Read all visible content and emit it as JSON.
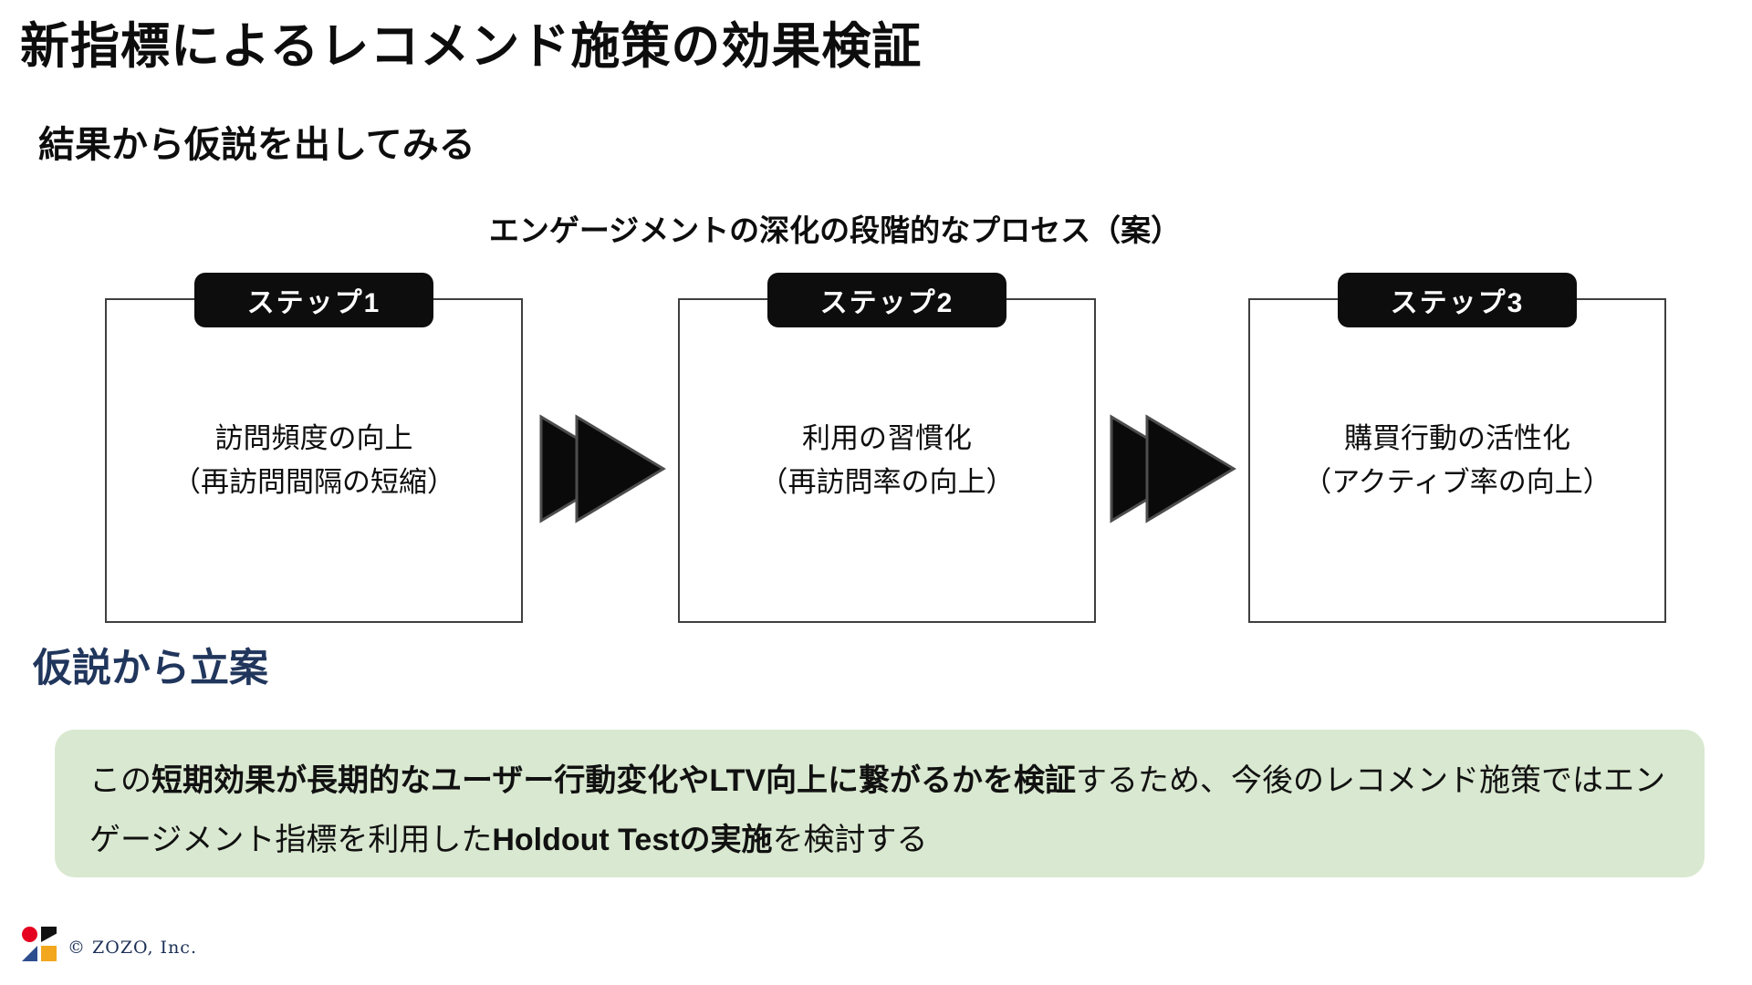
{
  "slide": {
    "title": "新指標によるレコメンド施策の効果検証",
    "section1_heading": "結果から仮説を出してみる",
    "diagram": {
      "caption": "エンゲージメントの深化の段階的なプロセス（案）",
      "steps": [
        {
          "badge": "ステップ1",
          "line1": "訪問頻度の向上",
          "line2": "（再訪問間隔の短縮）"
        },
        {
          "badge": "ステップ2",
          "line1": "利用の習慣化",
          "line2": "（再訪問率の向上）"
        },
        {
          "badge": "ステップ3",
          "line1": "購買行動の活性化",
          "line2": "（アクティブ率の向上）"
        }
      ]
    },
    "section2_heading": "仮説から立案",
    "callout": {
      "segments": [
        {
          "text": "この",
          "bold": false
        },
        {
          "text": "短期効果が長期的なユーザー行動変化やLTV向上に繋がるかを検証",
          "bold": true
        },
        {
          "text": "するため、今後のレコメンド施策ではエンゲージメント指標を利用した",
          "bold": false
        },
        {
          "text": "Holdout Testの実施",
          "bold": true
        },
        {
          "text": "を検討する",
          "bold": false
        }
      ]
    },
    "footer": {
      "copyright": "© ZOZO, Inc."
    },
    "colors": {
      "heading2_navy": "#21365c",
      "callout_bg": "#d9e8d0",
      "badge_bg": "#0d0d0d",
      "box_border": "#3f3f3f",
      "arrow_fill": "#0a0a0a",
      "arrow_stroke": "#4d4d4d",
      "logo_red": "#e60020",
      "logo_black": "#111111",
      "logo_blue": "#2e4d8e",
      "logo_yellow": "#f2a71f",
      "copyright_navy": "#1c2f55"
    }
  }
}
